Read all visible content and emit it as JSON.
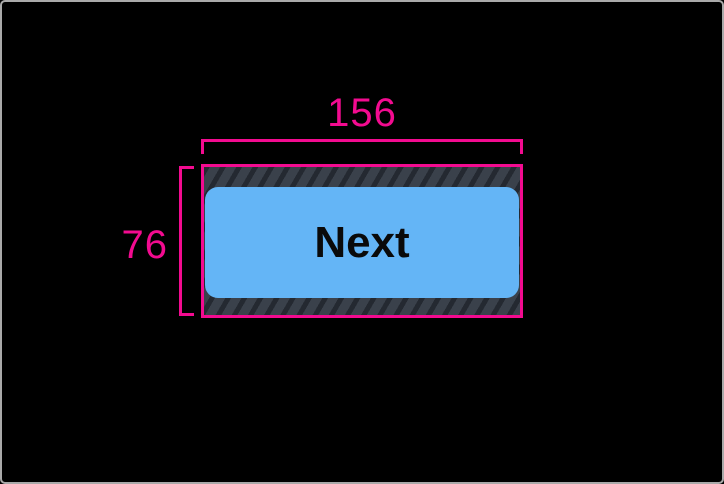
{
  "screen": {
    "background_color": "#000000",
    "frame_border_color": "#a9a9a9"
  },
  "button": {
    "label": "Next",
    "fill_color": "#64b5f6",
    "text_color": "#0a0a0a"
  },
  "measurement_overlay": {
    "accent_color": "#f30b90",
    "hatch_base_color": "#3a414b",
    "hatch_stripe_color": "#242931",
    "width_value": "156",
    "height_value": "76"
  }
}
